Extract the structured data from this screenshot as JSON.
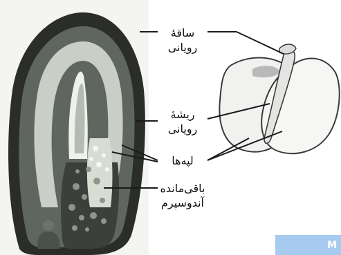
{
  "labels": {
    "shoot": {
      "line1": "ساقهٔ",
      "line2": "رویانی"
    },
    "radicle": {
      "line1": "ریشهٔ",
      "line2": "رویانی"
    },
    "cotyledons": {
      "line1": "لپه‌ها"
    },
    "endosperm": {
      "line1": "باقی‌مانده",
      "line2": "آندوسپرم"
    }
  },
  "corner_tab": {
    "text": "M"
  },
  "colors": {
    "seed_coat": "#2a2d2a",
    "seed_inner": "#6f776f",
    "embryo_light": "#e8ece6",
    "cotyledon_outline": "#3a3c3a",
    "cotyledon_fill": "#f3f3f3",
    "leader_line": "#1a1a1a",
    "tab_blue": "#a7cbef"
  }
}
